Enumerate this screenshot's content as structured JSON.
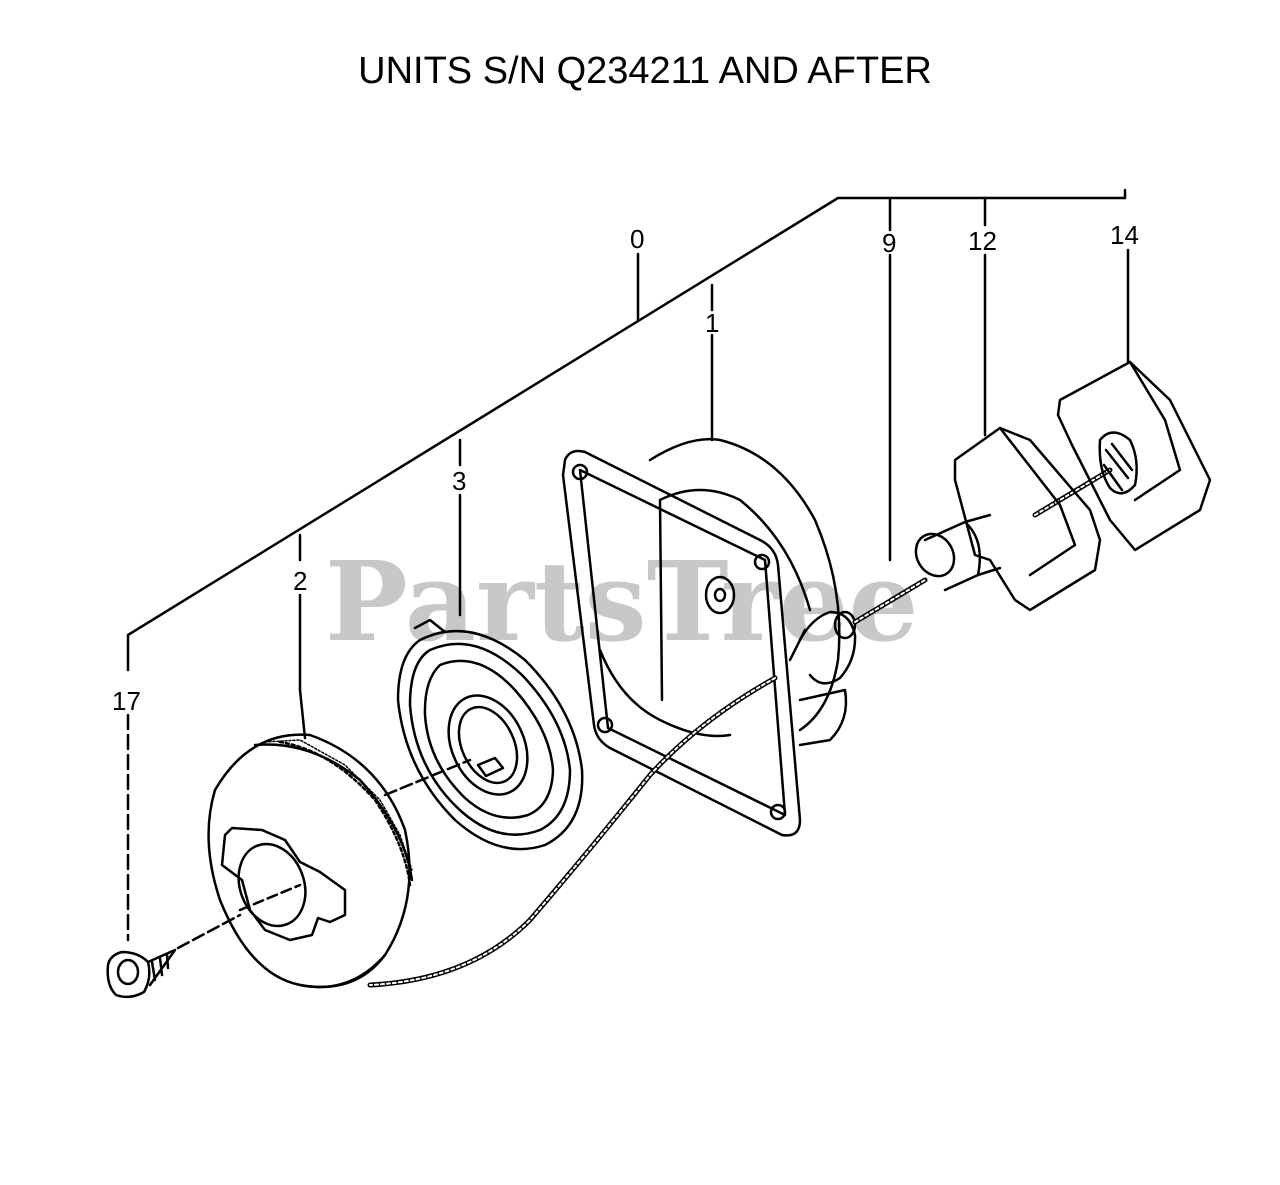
{
  "title": "UNITS S/N Q234211 AND AFTER",
  "watermark": "PartsTree",
  "callouts": {
    "c0": "0",
    "c1": "1",
    "c2": "2",
    "c3": "3",
    "c9": "9",
    "c12": "12",
    "c14": "14",
    "c17": "17"
  },
  "colors": {
    "ink": "#000000",
    "watermark": "#c8c8c8",
    "background": "#ffffff"
  }
}
